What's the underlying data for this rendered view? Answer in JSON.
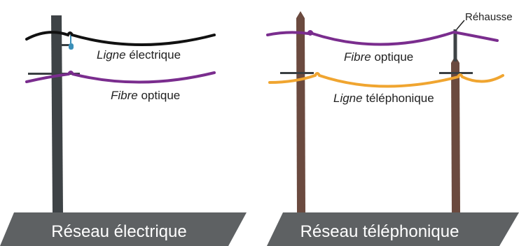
{
  "colors": {
    "background": "#ffffff",
    "pole_gray": "#3e4346",
    "pole_brown": "#6b4a3f",
    "crossarm": "#3a3f42",
    "power_line": "#111111",
    "fiber_line": "#7a2d8e",
    "phone_line": "#f0a530",
    "insulator": "#3a8fb8",
    "base_band": "#5e6163",
    "label_text": "#222222",
    "base_text": "#ffffff"
  },
  "left_scene": {
    "line_top_label_italic": "Ligne",
    "line_top_label_rest": " électrique",
    "line_bottom_label_italic": "Fibre",
    "line_bottom_label_rest": " optique",
    "base_label": "Réseau électrique"
  },
  "right_scene": {
    "line_top_label_italic": "Fibre",
    "line_top_label_rest": " optique",
    "line_bottom_label_italic": "Ligne",
    "line_bottom_label_rest": " téléphonique",
    "extension_label": "Réhausse",
    "base_label": "Réseau téléphonique"
  }
}
